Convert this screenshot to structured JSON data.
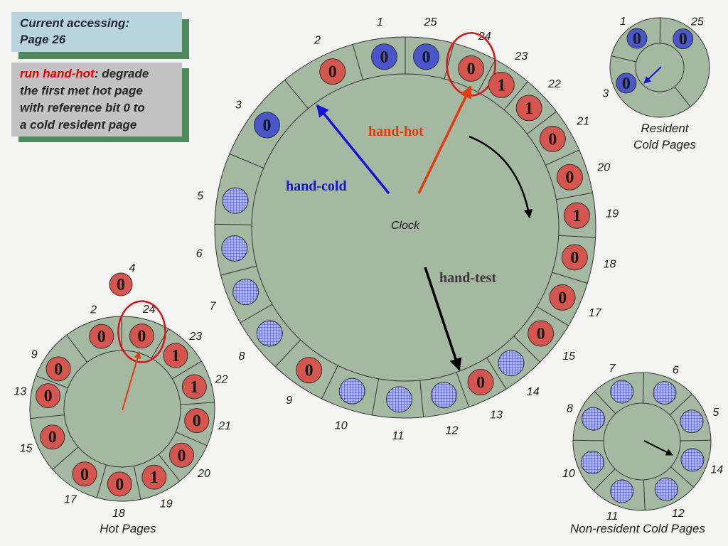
{
  "header_box": {
    "line1": "Current accessing:",
    "line2": "Page 26"
  },
  "note_box": {
    "highlight": "run hand-hot",
    "line1_rest": ": degrade",
    "line2": "the first met hot page",
    "line3": "with reference bit 0 to",
    "line4": "a cold resident page"
  },
  "main_clock": {
    "center_label": "Clock",
    "hands": {
      "hot": {
        "label": "hand-hot",
        "color": "#e23c0c"
      },
      "cold": {
        "label": "hand-cold",
        "color": "#1414d8"
      },
      "test": {
        "label": "hand-test",
        "color": "#3a3a3a"
      }
    },
    "pages": [
      {
        "label": "1",
        "kind": "cold",
        "bit": "0"
      },
      {
        "label": "25",
        "kind": "cold",
        "bit": "0"
      },
      {
        "label": "24",
        "kind": "hot",
        "bit": "0",
        "circled": true
      },
      {
        "label": "23",
        "kind": "hot",
        "bit": "1"
      },
      {
        "label": "22",
        "kind": "hot",
        "bit": "1"
      },
      {
        "label": "21",
        "kind": "hot",
        "bit": "0"
      },
      {
        "label": "20",
        "kind": "hot",
        "bit": "0"
      },
      {
        "label": "19",
        "kind": "hot",
        "bit": "1"
      },
      {
        "label": "18",
        "kind": "hot",
        "bit": "0"
      },
      {
        "label": "17",
        "kind": "hot",
        "bit": "0"
      },
      {
        "label": "15",
        "kind": "hot",
        "bit": "0"
      },
      {
        "label": "14",
        "kind": "nonres",
        "bit": ""
      },
      {
        "label": "13",
        "kind": "hot",
        "bit": "0"
      },
      {
        "label": "12",
        "kind": "nonres",
        "bit": ""
      },
      {
        "label": "11",
        "kind": "nonres",
        "bit": ""
      },
      {
        "label": "10",
        "kind": "nonres",
        "bit": ""
      },
      {
        "label": "9",
        "kind": "hot",
        "bit": "0"
      },
      {
        "label": "8",
        "kind": "nonres",
        "bit": ""
      },
      {
        "label": "7",
        "kind": "nonres",
        "bit": ""
      },
      {
        "label": "6",
        "kind": "nonres",
        "bit": ""
      },
      {
        "label": "5",
        "kind": "nonres",
        "bit": ""
      },
      {
        "label": "3",
        "kind": "cold",
        "bit": "0"
      },
      {
        "label": "2",
        "kind": "hot",
        "bit": "0"
      }
    ]
  },
  "hot_clock": {
    "caption": "Hot Pages",
    "floating_page": {
      "label": "4",
      "kind": "hot",
      "bit": "0"
    },
    "pages": [
      {
        "label": "2",
        "kind": "hot",
        "bit": "0"
      },
      {
        "label": "24",
        "kind": "hot",
        "bit": "0",
        "circled": true
      },
      {
        "label": "23",
        "kind": "hot",
        "bit": "1"
      },
      {
        "label": "22",
        "kind": "hot",
        "bit": "1"
      },
      {
        "label": "21",
        "kind": "hot",
        "bit": "0"
      },
      {
        "label": "20",
        "kind": "hot",
        "bit": "0"
      },
      {
        "label": "19",
        "kind": "hot",
        "bit": "1"
      },
      {
        "label": "18",
        "kind": "hot",
        "bit": "0"
      },
      {
        "label": "17",
        "kind": "hot",
        "bit": "0"
      },
      {
        "label": "15",
        "kind": "hot",
        "bit": "0"
      },
      {
        "label": "13",
        "kind": "hot",
        "bit": "0"
      },
      {
        "label": "9",
        "kind": "hot",
        "bit": "0"
      }
    ]
  },
  "resident_cold_clock": {
    "caption_line1": "Resident",
    "caption_line2": "Cold Pages",
    "pages": [
      {
        "label": "1",
        "kind": "cold",
        "bit": "0"
      },
      {
        "label": "25",
        "kind": "cold",
        "bit": "0"
      },
      {
        "label": "3",
        "kind": "cold",
        "bit": "0"
      }
    ]
  },
  "nonresident_clock": {
    "caption": "Non-resident Cold Pages",
    "pages": [
      {
        "label": "6",
        "kind": "nonres"
      },
      {
        "label": "5",
        "kind": "nonres"
      },
      {
        "label": "14",
        "kind": "nonres"
      },
      {
        "label": "12",
        "kind": "nonres"
      },
      {
        "label": "11",
        "kind": "nonres"
      },
      {
        "label": "10",
        "kind": "nonres"
      },
      {
        "label": "8",
        "kind": "nonres"
      },
      {
        "label": "7",
        "kind": "nonres"
      }
    ]
  },
  "colors": {
    "ring": "#a5b8a2",
    "hot_fill": "#d4564f",
    "cold_fill": "#4a57cc",
    "nonres_fill": "#aab3f0",
    "nonres_grid": "#2a2f9a",
    "highlight_circle": "#d81414"
  }
}
